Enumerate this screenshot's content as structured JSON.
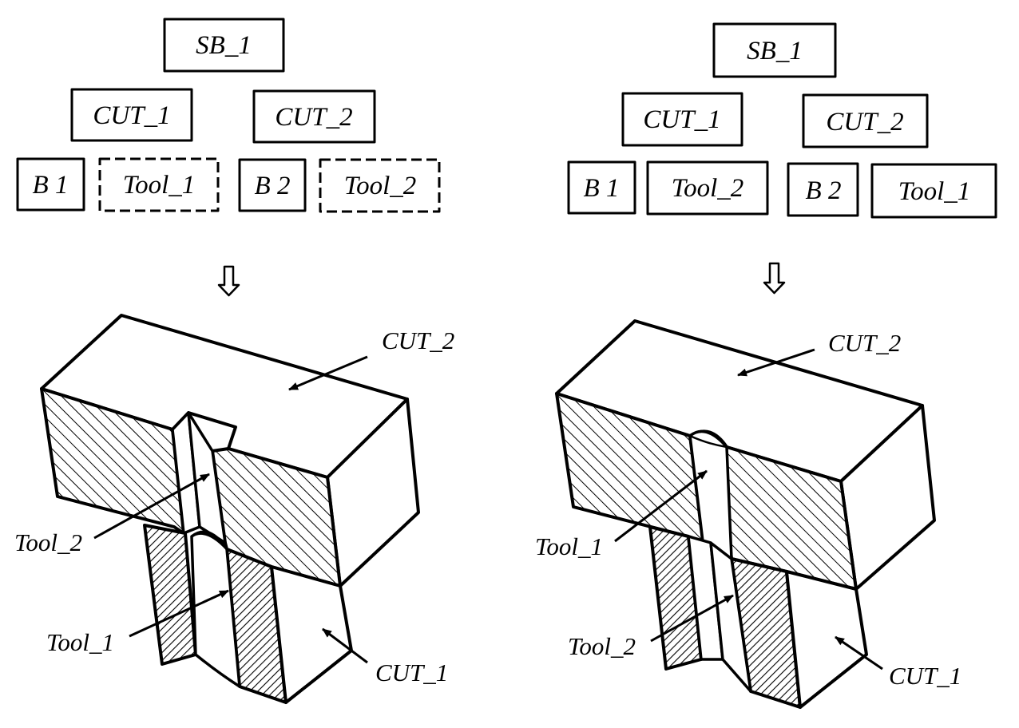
{
  "left": {
    "tree": {
      "root": "SB_1",
      "cuts": [
        "CUT_1",
        "CUT_2"
      ],
      "leaves": [
        "B 1",
        "Tool_1",
        "B 2",
        "Tool_2"
      ]
    },
    "callouts": {
      "top_cut": "CUT_2",
      "upper_tool": "Tool_2",
      "lower_tool": "Tool_1",
      "bottom_cut": "CUT_1"
    }
  },
  "right": {
    "tree": {
      "root": "SB_1",
      "cuts": [
        "CUT_1",
        "CUT_2"
      ],
      "leaves": [
        "B 1",
        "Tool_2",
        "B 2",
        "Tool_1"
      ]
    },
    "callouts": {
      "top_cut": "CUT_2",
      "upper_tool": "Tool_1",
      "lower_tool": "Tool_2",
      "bottom_cut": "CUT_1"
    }
  },
  "icons": [
    "down-arrow-icon",
    "down-arrow-icon"
  ],
  "colors": {
    "ink": "#000000",
    "paper": "#ffffff"
  }
}
